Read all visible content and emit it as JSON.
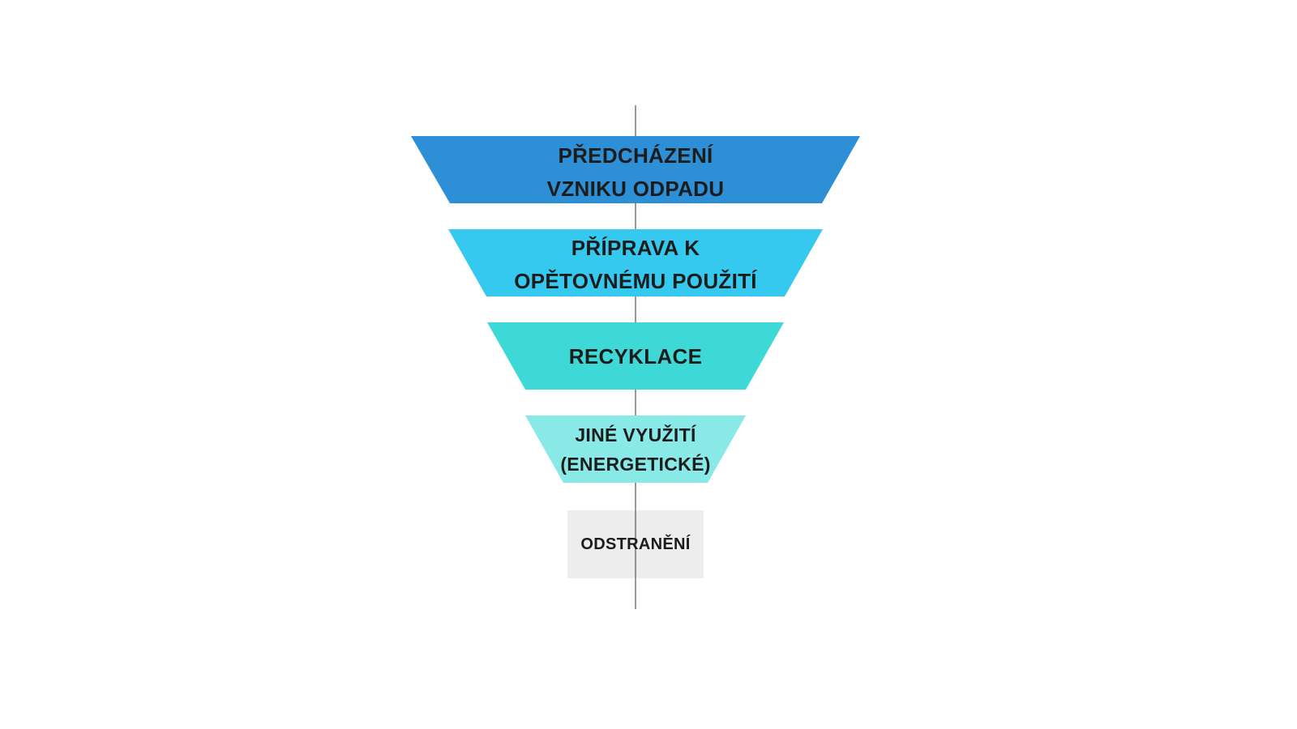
{
  "hierarchy": {
    "levels": [
      {
        "lines": [
          "PŘEDCHÁZENÍ",
          "VZNIKU ODPADU"
        ],
        "color": "#2d8fd5"
      },
      {
        "lines": [
          "PŘÍPRAVA K",
          "OPĚTOVNÉMU POUŽITÍ"
        ],
        "color": "#36c9ef"
      },
      {
        "lines": [
          "RECYKLACE"
        ],
        "color": "#3ed9d6"
      },
      {
        "lines": [
          "JINÉ VYUŽITÍ",
          "(ENERGETICKÉ)"
        ],
        "color": "#88e9e7"
      },
      {
        "lines": [
          "ODSTRANĚNÍ"
        ],
        "color": "#ededed"
      }
    ],
    "axis_color": "#777777"
  }
}
